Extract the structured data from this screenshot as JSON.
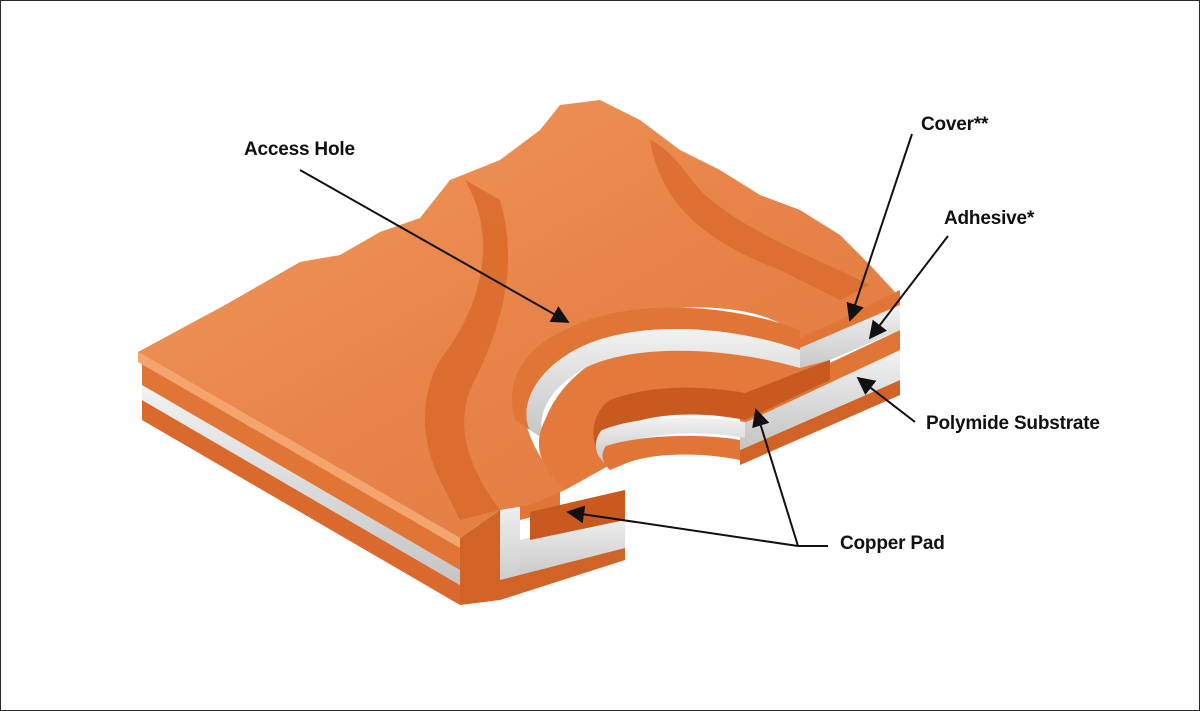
{
  "labels": {
    "access_hole": "Access Hole",
    "cover": "Cover**",
    "adhesive": "Adhesive*",
    "polymide_substrate": "Polymide Substrate",
    "copper_pad": "Copper Pad"
  },
  "colors": {
    "copper": "#e8844a",
    "copper_dark": "#c85a1e",
    "copper_light": "#f5a068",
    "adhesive": "#d8d8d8",
    "line": "#111111"
  }
}
